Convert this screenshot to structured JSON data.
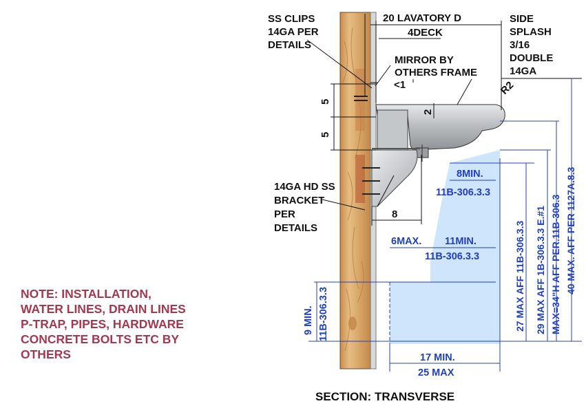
{
  "labels": {
    "ss_clips": [
      "SS CLIPS",
      "14GA PER",
      "DETAILS"
    ],
    "lavatory_depth": "20 LAVATORY D",
    "deck": "4DECK",
    "side_splash": [
      "SIDE",
      "SPLASH",
      "3/16",
      "DOUBLE",
      "14GA"
    ],
    "mirror": [
      "MIRROR BY",
      "OTHERS FRAME"
    ],
    "mirror_gap": "<1",
    "radius": "R2",
    "dim_5_upper": "5",
    "dim_5_lower": "5",
    "dim_2": "2",
    "bracket": [
      "14GA HD SS",
      "BRACKET",
      "PER",
      "DETAILS"
    ],
    "dim_8": "8"
  },
  "clearances": {
    "toe_8min": "8MIN.",
    "toe_8min_ref": "11B-306.3.3",
    "knee_6max": "6MAX.",
    "knee_11min": "11MIN.",
    "knee_11min_ref": "11B-306.3.3",
    "toe_9min": "9 MIN.",
    "toe_9min_ref": "11B-306.3.3",
    "depth_17min": "17  MIN.",
    "depth_25max": "25  MAX",
    "v_27": "27 MAX AFF 11B-306.3.3",
    "v_29": "29 MAX AFF 1B-306.3.3 E.#1",
    "v_34": "MAX=34\"H AFF PER.11B-306.3",
    "v_40": "40 MAX. AFF PER 1127A.8.3"
  },
  "note": [
    "NOTE: INSTALLATION,",
    "WATER LINES, DRAIN LINES",
    "P-TRAP, PIPES, HARDWARE",
    "CONCRETE BOLTS ETC BY",
    "OTHERS"
  ],
  "title": "SECTION: TRANSVERSE",
  "colors": {
    "note_text": "#a3384f",
    "clearance_text": "#1f3fbf",
    "clearance_fill": "#cfe5fb",
    "wood": "#d9a86a",
    "steel": "#b9bcc0"
  }
}
